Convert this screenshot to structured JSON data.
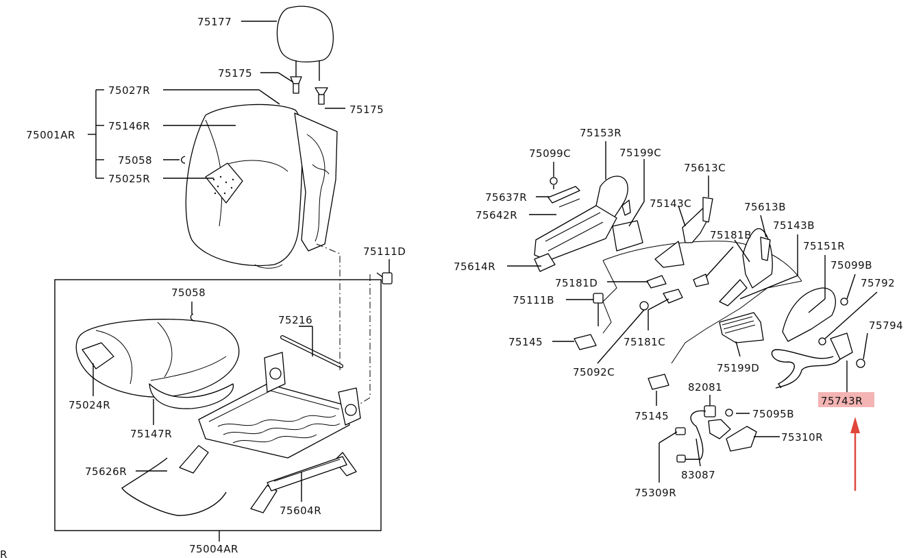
{
  "labels": {
    "l75177": "75177",
    "l75175a": "75175",
    "l75175b": "75175",
    "l75027R": "75027R",
    "l75146R": "75146R",
    "l75001AR": "75001AR",
    "l75058a": "75058",
    "l75025R": "75025R",
    "l75111D": "75111D",
    "l75058b": "75058",
    "l75216": "75216",
    "l75024R": "75024R",
    "l75147R": "75147R",
    "l75626R": "75626R",
    "l75604R": "75604R",
    "l75004AR": "75004AR",
    "l75153R": "75153R",
    "l75099C": "75099C",
    "l75199C": "75199C",
    "l75613C": "75613C",
    "l75637R": "75637R",
    "l75642R": "75642R",
    "l75143C": "75143C",
    "l75613B": "75613B",
    "l75181B": "75181B",
    "l75143B": "75143B",
    "l75614R": "75614R",
    "l75151R": "75151R",
    "l75099B": "75099B",
    "l75181D": "75181D",
    "l75792": "75792",
    "l75111B": "75111B",
    "l75794": "75794",
    "l75145a": "75145",
    "l75181C": "75181C",
    "l75092C": "75092C",
    "l75199D": "75199D",
    "l75743R": "75743R",
    "l82081": "82081",
    "l75145b": "75145",
    "l75095B": "75095B",
    "l75310R": "75310R",
    "l83087": "83087",
    "l75309R": "75309R",
    "lR": "R"
  },
  "colors": {
    "highlight": "#f4b4b4",
    "arrow": "#e0473a",
    "ink": "#111111"
  }
}
